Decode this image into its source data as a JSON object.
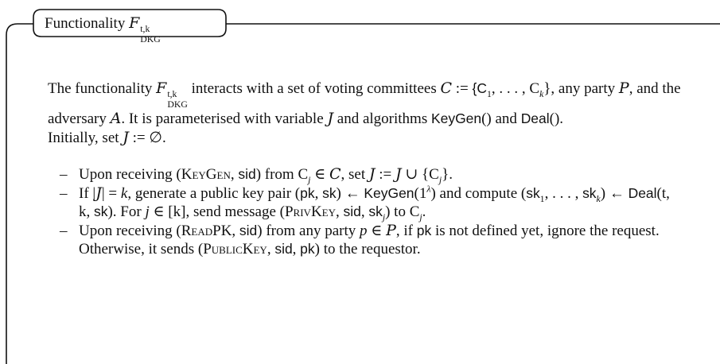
{
  "tag": {
    "prefix": "Functionality",
    "symbol": "F",
    "sup": "t,k",
    "sub": "DKG"
  },
  "intro": {
    "a1": "The functionality ",
    "a2": " interacts with a set of voting committees ",
    "committeesC": "C",
    "assign": " := ",
    "listOpen": "{C",
    "c1": "1",
    "dots": ", . . . , C",
    "ck": "k",
    "listClose": "}, any party ",
    "partyP": "P",
    "a3": ", and the adversary ",
    "advA": "A",
    "a4": ". It is parameterised with variable ",
    "varJ": "J",
    "a5": " and algorithms ",
    "keygen": "KeyGen",
    "a6": "() and ",
    "deal": "Deal",
    "a7": "()."
  },
  "init": {
    "a1": "Initially, set ",
    "J": "J",
    "a2": " := ∅."
  },
  "rules": [
    {
      "a1": "Upon receiving (",
      "msg": "KeyGen",
      "sid": "sid",
      "a2": ") from C",
      "j": "j",
      "a3": " ∈ ",
      "C": "C",
      "a4": ", set ",
      "J1": "J",
      "a5": " := ",
      "J2": "J",
      "a6": " ∪ {C",
      "j2": "j",
      "a7": "}."
    },
    {
      "a1": "If |",
      "J": "J",
      "a2": "| = ",
      "k": "k",
      "a3": ", generate a public key pair (",
      "pk": "pk",
      "comma1": ", ",
      "sk": "sk",
      "a4": ") ← ",
      "keygen": "KeyGen",
      "a5": "(1",
      "lambda": "λ",
      "a6": ") and compute (",
      "sk1": "sk",
      "one": "1",
      "a7": ", . . . , ",
      "skk": "sk",
      "kk": "k",
      "a8": ") ← ",
      "deal": "Deal",
      "a9": "(t, k, ",
      "sk3": "sk",
      "a10": "). For ",
      "jv": "j",
      "a11": " ∈ [k], send message (",
      "msg": "PrivKey",
      "comma2": ", ",
      "sid": "sid",
      "comma3": ", ",
      "skj": "sk",
      "jj": "j",
      "a12": ") to C",
      "jjj": "j",
      "a13": "."
    },
    {
      "a1": "Upon receiving (",
      "msg": "ReadPK",
      "comma1": ", ",
      "sid": "sid",
      "a2": ") from any party ",
      "p": "p",
      "a3": " ∈ ",
      "P": "P",
      "a4": ", if ",
      "pk": "pk",
      "a5": " is not defined yet, ignore the request. Otherwise, it sends (",
      "msg2": "PublicKey",
      "comma2": ", ",
      "sid2": "sid",
      "comma3": ", ",
      "pk2": "pk",
      "a6": ") to the requestor."
    }
  ]
}
